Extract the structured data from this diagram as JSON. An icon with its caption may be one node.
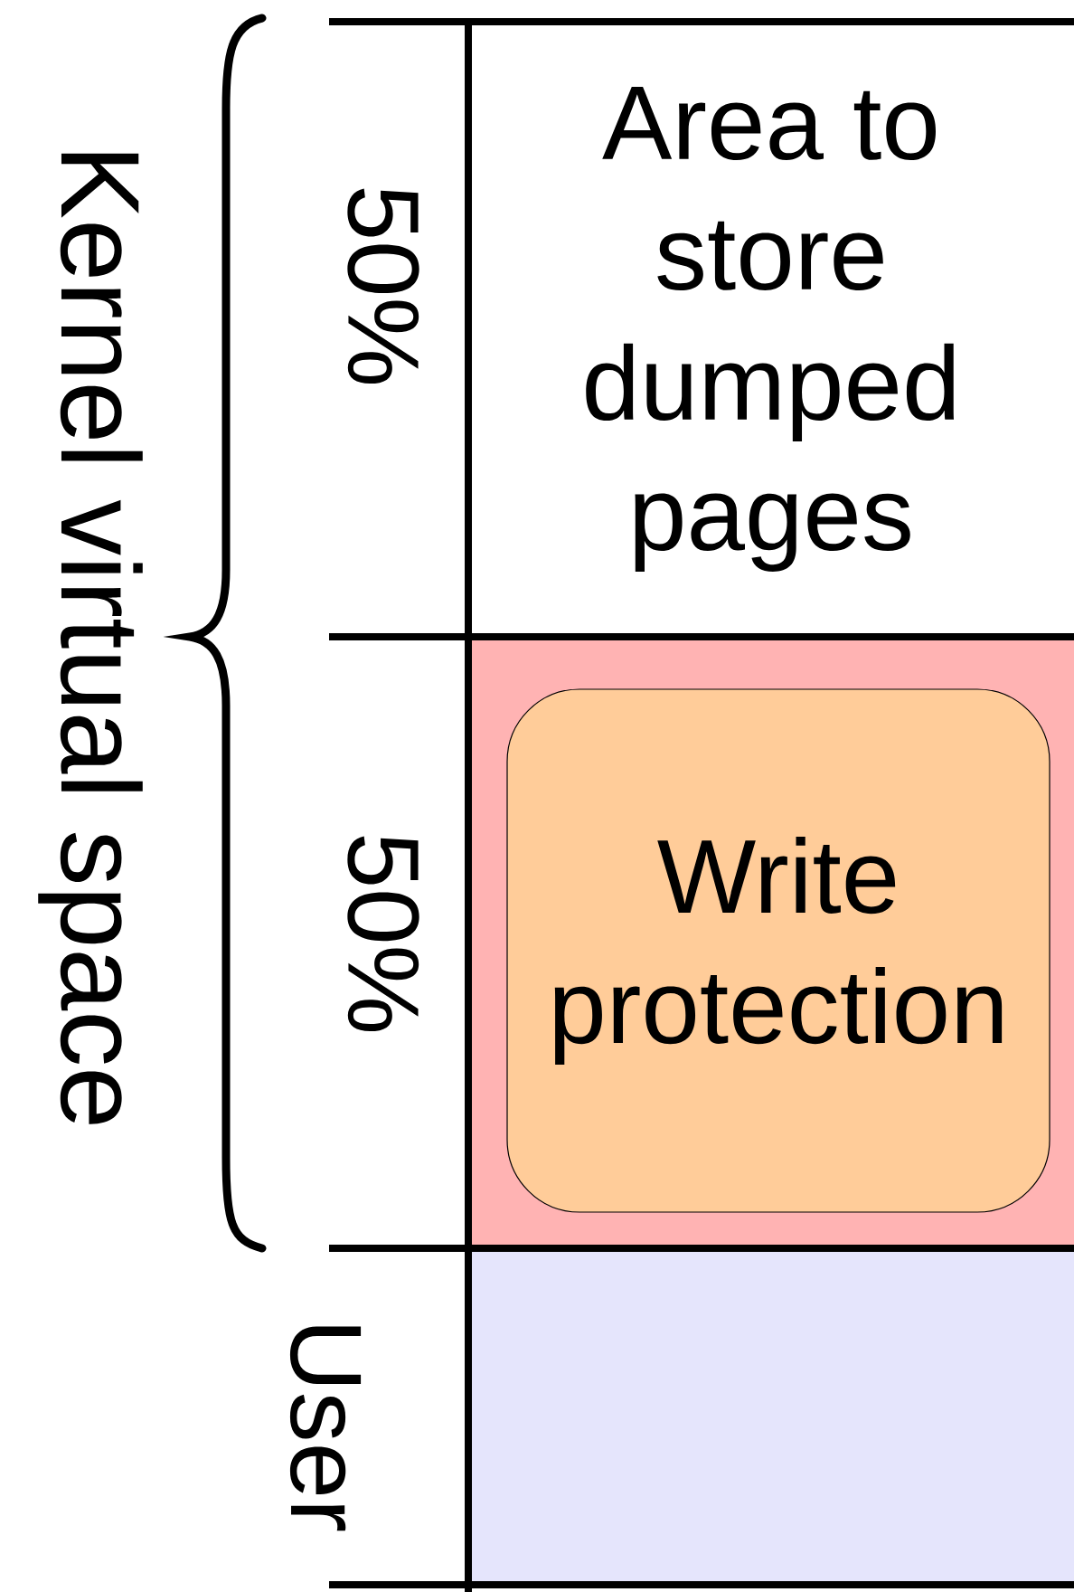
{
  "diagram": {
    "nodes": [
      {
        "text": [
          "Area to store dumped pages"
        ]
      },
      {
        "text": [],
        "shape": "box"
      },
      {
        "text": [
          "Write protection"
        ],
        "in": 1
      },
      {
        "text": [],
        "shape": "box"
      }
    ],
    "labels": [
      "Kernel virtual space",
      "50%",
      "50%",
      "User"
    ]
  }
}
